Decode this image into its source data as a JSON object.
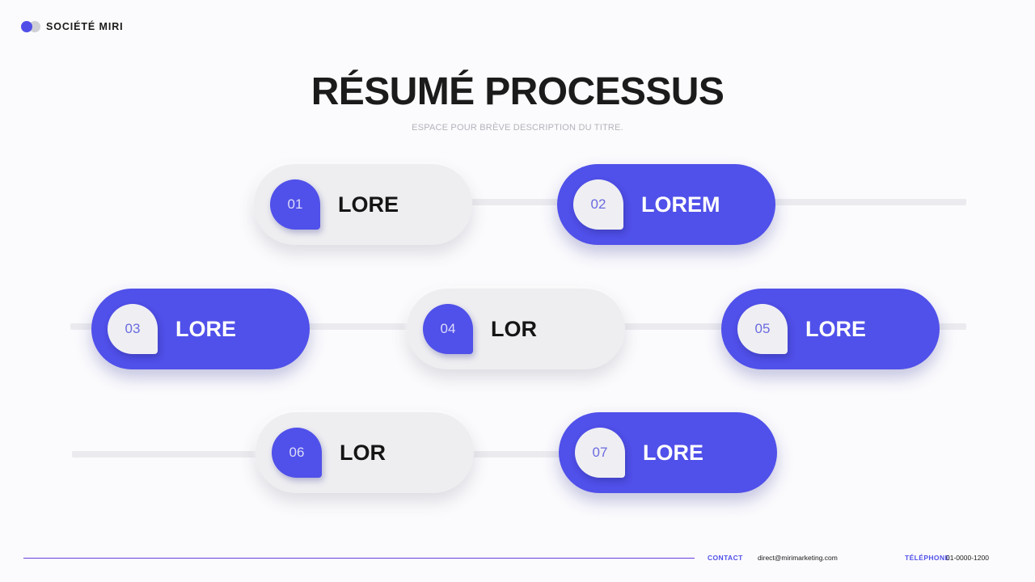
{
  "brand": {
    "name": "SOCIÉTÉ MIRI"
  },
  "title": "RÉSUMÉ PROCESSUS",
  "subtitle": "ESPACE POUR BRÈVE DESCRIPTION DU TITRE.",
  "steps": [
    {
      "number": "01",
      "label": "LORE"
    },
    {
      "number": "02",
      "label": "LOREM"
    },
    {
      "number": "03",
      "label": "LORE"
    },
    {
      "number": "04",
      "label": "LOR"
    },
    {
      "number": "05",
      "label": "LORE"
    },
    {
      "number": "06",
      "label": "LOR"
    },
    {
      "number": "07",
      "label": "LORE"
    }
  ],
  "footer": {
    "contact_label": "CONTACT",
    "email": "direct@mirimarketing.com",
    "phone_label": "TÉLÉPHONE",
    "phone": "01-0000-1200"
  },
  "colors": {
    "accent": "#5050ea",
    "light_pill": "#eeeef1",
    "track": "#ebebef"
  }
}
